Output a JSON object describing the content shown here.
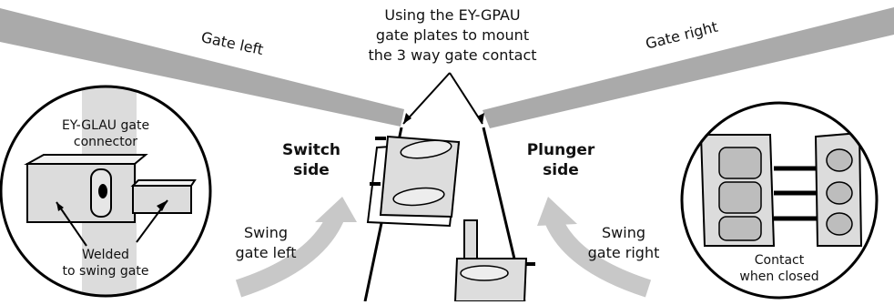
{
  "title_lines": [
    "Using the EY-GPAU",
    "gate plates to mount",
    "the 3 way gate contact"
  ],
  "gate_left_label": "Gate left",
  "gate_right_label": "Gate right",
  "switch_side_lines": [
    "Switch",
    "side"
  ],
  "plunger_side_lines": [
    "Plunger",
    "side"
  ],
  "swing_left_lines": [
    "Swing",
    "gate left"
  ],
  "swing_right_lines": [
    "Swing",
    "gate right"
  ],
  "connector_label_lines": [
    "EY-GLAU gate",
    "connector"
  ],
  "welded_label_lines": [
    "Welded",
    "to swing gate"
  ],
  "contact_label_lines": [
    "Contact",
    "when closed"
  ],
  "colors": {
    "gate_bar": "#aaaaaa",
    "swing_arrow": "#c8c8c8",
    "circle_stripe": "#dcdcdc",
    "outline": "#000000"
  }
}
